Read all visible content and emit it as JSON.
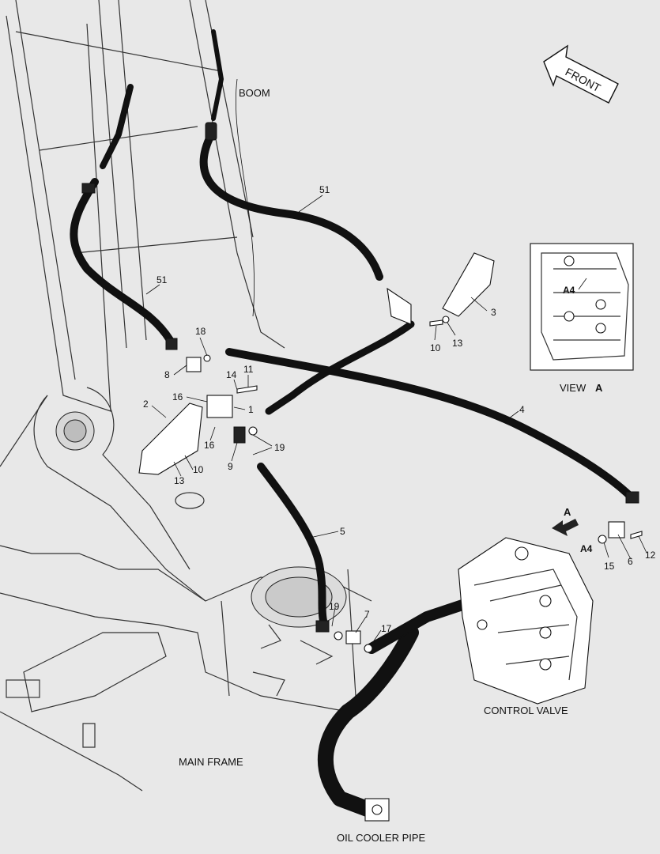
{
  "labels": {
    "boom": "BOOM",
    "front": "FRONT",
    "view": "VIEW",
    "view_letter": "A",
    "main_frame": "MAIN FRAME",
    "control_valve": "CONTROL VALVE",
    "oil_cooler_pipe": "OIL COOLER PIPE",
    "arrow_a": "A",
    "port_a4": "A4",
    "port_a4_inset": "A4"
  },
  "part_numbers": {
    "p51a": "51",
    "p51b": "51",
    "p18": "18",
    "p8": "8",
    "p14": "14",
    "p11": "11",
    "p16a": "16",
    "p16b": "16",
    "p1": "1",
    "p2": "2",
    "p9": "9",
    "p19a": "19",
    "p19b": "19",
    "p10a": "10",
    "p10b": "10",
    "p13a": "13",
    "p13b": "13",
    "p3": "3",
    "p4": "4",
    "p5": "5",
    "p6": "6",
    "p7": "7",
    "p12": "12",
    "p15": "15",
    "p17": "17"
  }
}
